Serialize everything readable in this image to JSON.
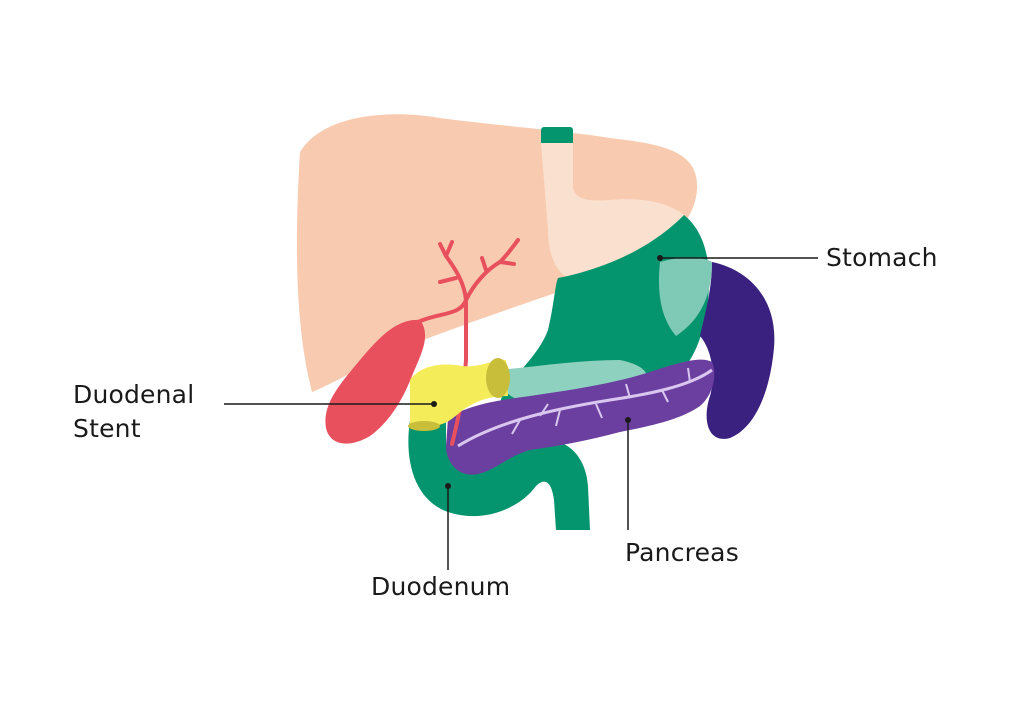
{
  "labels": {
    "stomach": "Stomach",
    "stent_line1": "Duodenal",
    "stent_line2": "Stent",
    "pancreas": "Pancreas",
    "duodenum": "Duodenum"
  },
  "organs": [
    {
      "name": "liver",
      "color": "#f8cbb0"
    },
    {
      "name": "esophagus",
      "color": "#04946e"
    },
    {
      "name": "stomach",
      "color": "#04946e"
    },
    {
      "name": "spleen",
      "color": "#3a2180"
    },
    {
      "name": "gallbladder",
      "color": "#e8505e"
    },
    {
      "name": "bile-ducts",
      "color": "#e8505e"
    },
    {
      "name": "duodenum",
      "color": "#04946e"
    },
    {
      "name": "duodenal-stent",
      "color": "#f5ec5a"
    },
    {
      "name": "pancreas",
      "color": "#6b3f9f"
    },
    {
      "name": "pancreatic-duct",
      "color": "#d9c7f0"
    }
  ],
  "colors": {
    "leader_line": "#1a1a1a",
    "background": "#ffffff"
  }
}
